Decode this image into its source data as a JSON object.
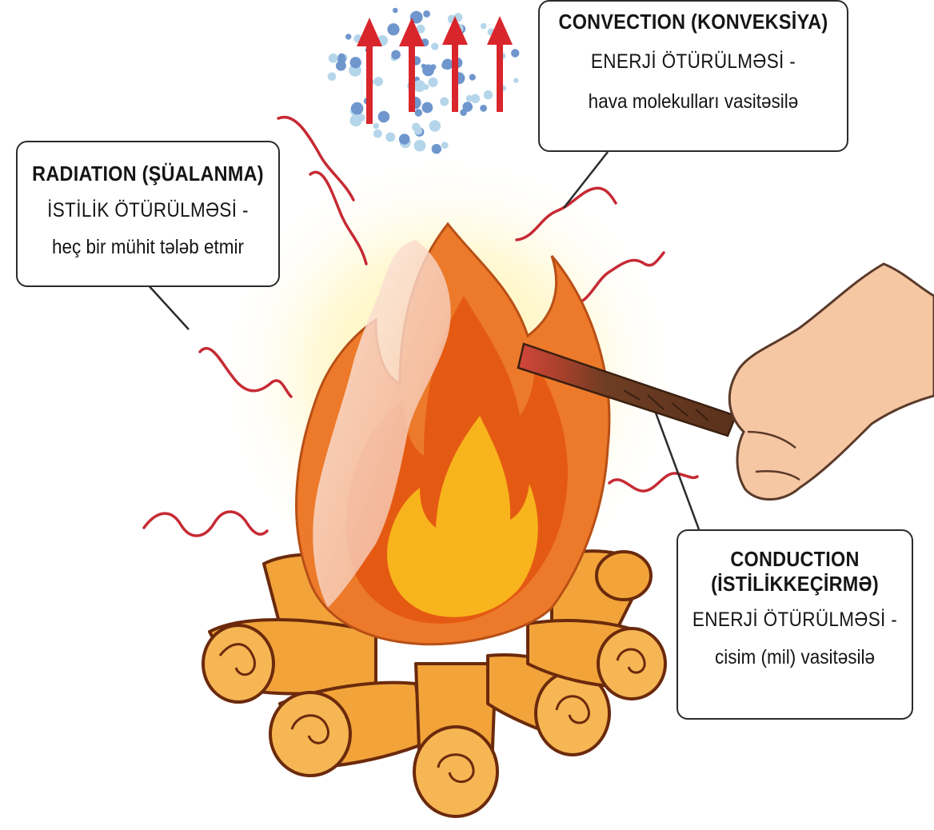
{
  "labels": {
    "convection": {
      "title": "CONVECTION (KONVEKSİYA)",
      "line1": "ENERJİ ÖTÜRÜLMƏSİ -",
      "line2": "hava molekulları vasitəsilə"
    },
    "radiation": {
      "title": "RADIATION (ŞÜALANMA)",
      "line1": "İSTİLİK ÖTÜRÜLMƏSİ -",
      "line2": "heç bir mühit tələb etmir"
    },
    "conduction": {
      "title_line1": "CONDUCTION",
      "title_line2": "(İSTİLİKKEÇİRMƏ)",
      "line1": "ENERJİ ÖTÜRÜLMƏSİ -",
      "line2": "cisim (mil) vasitəsilə"
    }
  },
  "colors": {
    "heat_wave": "#c62a34",
    "arrow": "#d8262c",
    "molecule_dark": "#6f96cd",
    "molecule_light": "#b5d6ea",
    "glow": "#fff0a8",
    "flame_outer": "#ec7a2a",
    "flame_mid": "#e55a12",
    "flame_inner": "#f8b41c",
    "flame_white": "#fbe6dc",
    "log_wood": "#f2a43a",
    "log_dark": "#b84f16",
    "log_outline": "#6b2a0c",
    "stick": "#6e3d23",
    "hand": "#f6c7a3",
    "outline": "#2b2b2b"
  },
  "icons": [
    "convection-arrow-icon",
    "heat-wave-icon",
    "flame-icon",
    "log-icon",
    "hand-icon",
    "stick-icon",
    "molecule-icon"
  ]
}
